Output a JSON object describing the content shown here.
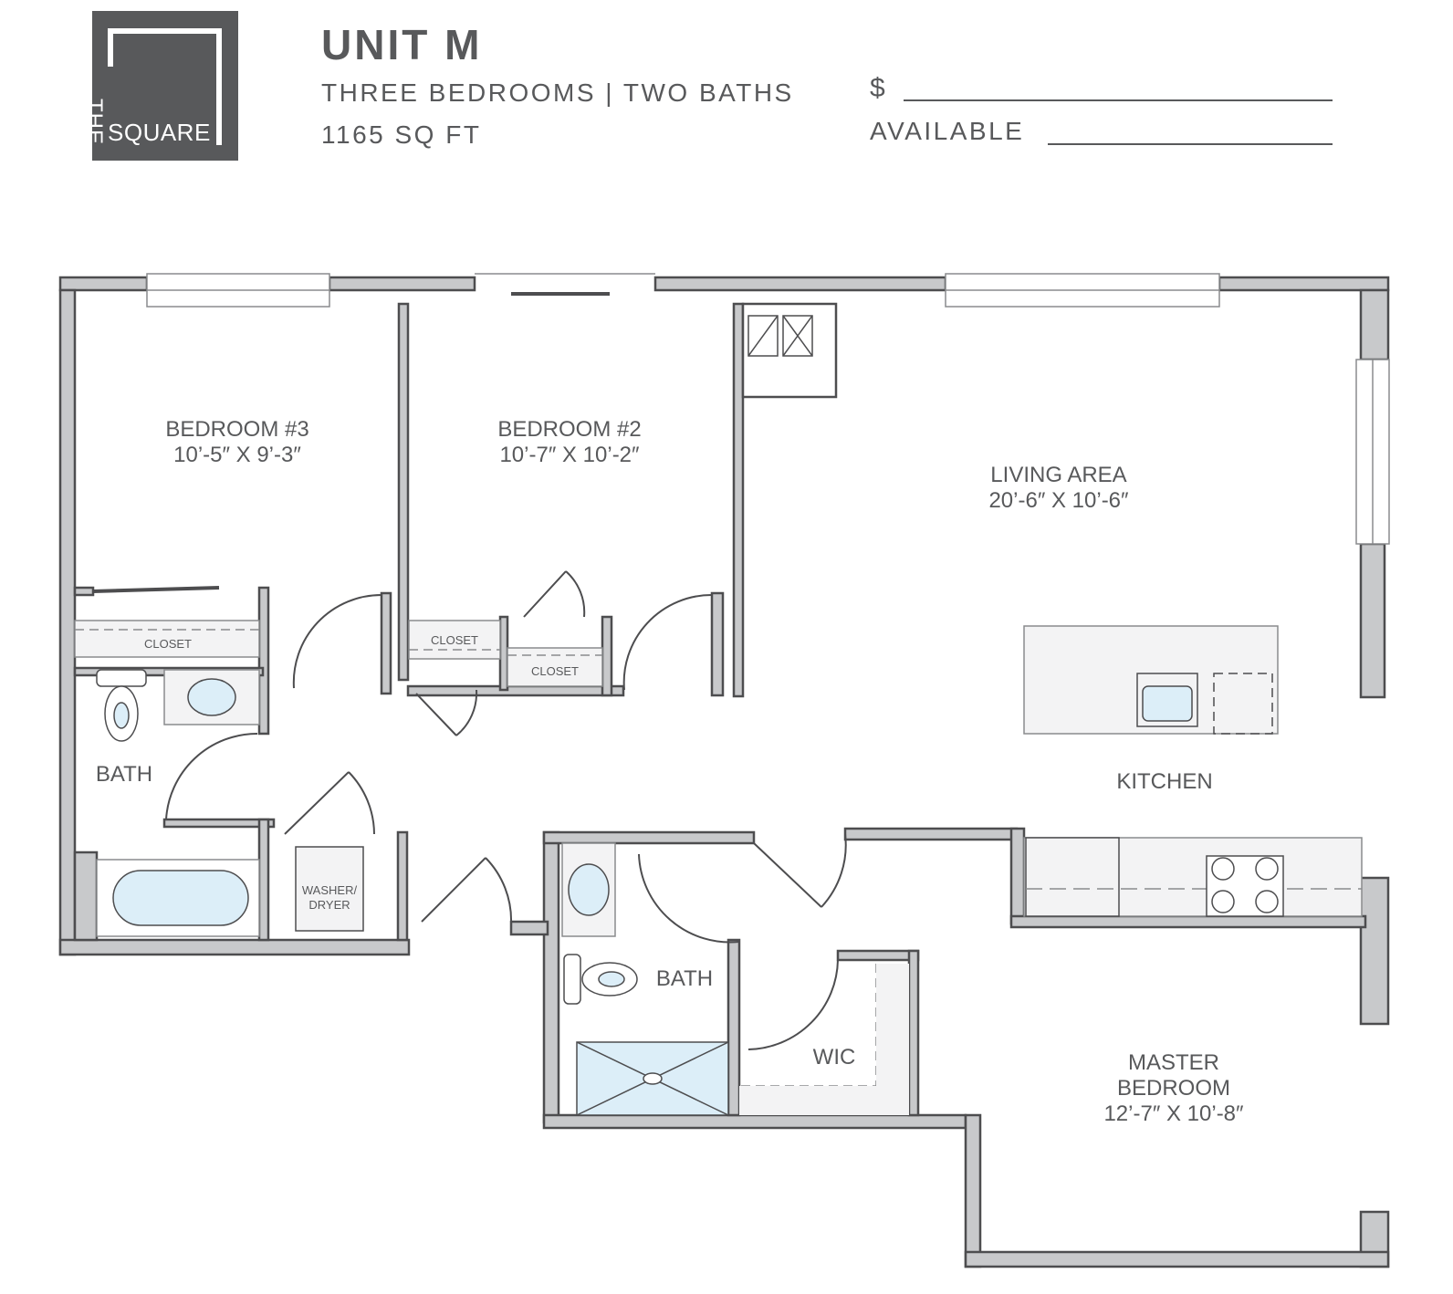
{
  "logo": {
    "line1": "THE",
    "line2": "SQUARE"
  },
  "header": {
    "title": "UNIT M",
    "subtitle": "THREE BEDROOMS | TWO BATHS",
    "area": "1165 SQ FT",
    "price_label": "$",
    "available_label": "AVAILABLE"
  },
  "rooms": {
    "bedroom3": {
      "name": "BEDROOM #3",
      "size": "10’-5″ X 9’-3″"
    },
    "bedroom2": {
      "name": "BEDROOM #2",
      "size": "10’-7″ X 10’-2″"
    },
    "living": {
      "name": "LIVING AREA",
      "size": "20’-6″ X 10’-6″"
    },
    "kitchen": {
      "name": "KITCHEN"
    },
    "bath1": {
      "name": "BATH"
    },
    "bath2": {
      "name": "BATH"
    },
    "wic": {
      "name": "WIC"
    },
    "master": {
      "line1": "MASTER",
      "line2": "BEDROOM",
      "size": "12’-7″ X 10’-8″"
    },
    "closet_b3": "CLOSET",
    "closet_b2a": "CLOSET",
    "closet_b2b": "CLOSET",
    "laundry": {
      "line1": "WASHER/",
      "line2": "DRYER"
    }
  },
  "colors": {
    "wall_fill": "#c8c9cb",
    "wall_stroke": "#4d4d4f",
    "text": "#58595b",
    "fixture_blue": "#dceef8",
    "logo_bg": "#58595b"
  }
}
